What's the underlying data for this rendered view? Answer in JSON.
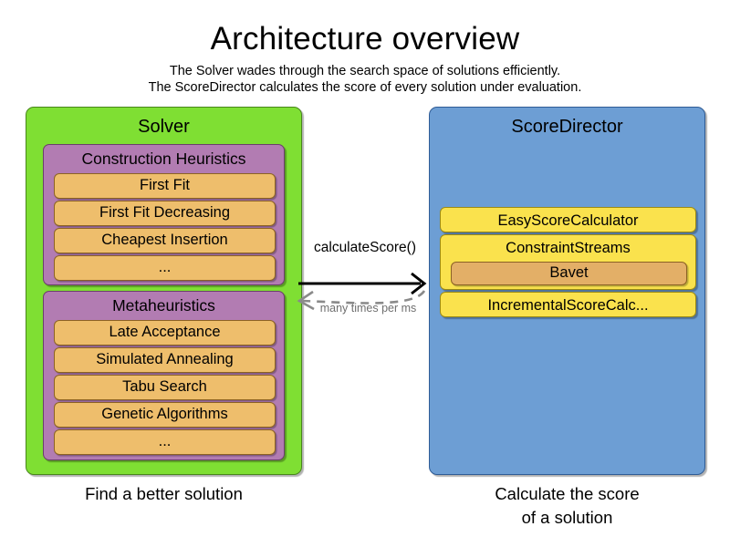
{
  "header": {
    "title": "Architecture overview",
    "subtitle_line1": "The Solver wades through the search space of solutions efficiently.",
    "subtitle_line2": "The ScoreDirector calculates the score of every solution under evaluation."
  },
  "colors": {
    "solver_panel": "#7FDF33",
    "scoredirector_panel": "#6D9ED4",
    "group": "#B27CB2",
    "item_orange": "#EEBE6C",
    "item_yellow": "#FAE24D",
    "item_bavet": "#E3AF67",
    "arrow_solid": "#000000",
    "arrow_dashed": "#8a8a8a"
  },
  "solver": {
    "title": "Solver",
    "caption": "Find a better solution",
    "groups": [
      {
        "title": "Construction Heuristics",
        "items": [
          "First Fit",
          "First Fit Decreasing",
          "Cheapest Insertion",
          "..."
        ]
      },
      {
        "title": "Metaheuristics",
        "items": [
          "Late Acceptance",
          "Simulated Annealing",
          "Tabu Search",
          "Genetic Algorithms",
          "..."
        ]
      }
    ]
  },
  "score_director": {
    "title": "ScoreDirector",
    "caption_line1": "Calculate the score",
    "caption_line2": "of a solution",
    "items": [
      {
        "label": "EasyScoreCalculator"
      },
      {
        "label": "ConstraintStreams",
        "child": "Bavet"
      },
      {
        "label": "IncrementalScoreCalc..."
      }
    ]
  },
  "arrows": {
    "request_label": "calculateScore()",
    "response_label": "many times per ms"
  }
}
